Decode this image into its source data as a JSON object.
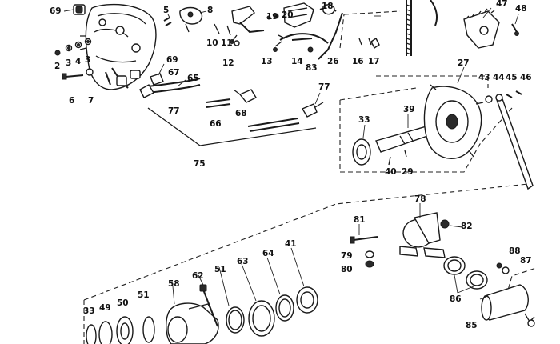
{
  "figure": {
    "callouts": [
      {
        "id": "c69a",
        "text": "69"
      },
      {
        "id": "c5",
        "text": "5"
      },
      {
        "id": "c8",
        "text": "8"
      },
      {
        "id": "c19",
        "text": "19"
      },
      {
        "id": "c20",
        "text": "20"
      },
      {
        "id": "c18",
        "text": "18"
      },
      {
        "id": "c47",
        "text": "47"
      },
      {
        "id": "c48",
        "text": "48"
      },
      {
        "id": "c10",
        "text": "10"
      },
      {
        "id": "c11",
        "text": "11"
      },
      {
        "id": "c12",
        "text": "12"
      },
      {
        "id": "c13",
        "text": "13"
      },
      {
        "id": "c14",
        "text": "14"
      },
      {
        "id": "c83",
        "text": "83"
      },
      {
        "id": "c26",
        "text": "26"
      },
      {
        "id": "c16",
        "text": "16"
      },
      {
        "id": "c17",
        "text": "17"
      },
      {
        "id": "c2",
        "text": "2"
      },
      {
        "id": "c3",
        "text": "3"
      },
      {
        "id": "c4",
        "text": "4"
      },
      {
        "id": "c3b",
        "text": "3"
      },
      {
        "id": "c6",
        "text": "6"
      },
      {
        "id": "c7",
        "text": "7"
      },
      {
        "id": "c69b",
        "text": "69"
      },
      {
        "id": "c67",
        "text": "67"
      },
      {
        "id": "c65",
        "text": "65"
      },
      {
        "id": "c77a",
        "text": "77"
      },
      {
        "id": "c66",
        "text": "66"
      },
      {
        "id": "c68",
        "text": "68"
      },
      {
        "id": "c77b",
        "text": "77"
      },
      {
        "id": "c75",
        "text": "75"
      },
      {
        "id": "c27",
        "text": "27"
      },
      {
        "id": "c43",
        "text": "43"
      },
      {
        "id": "c44",
        "text": "44"
      },
      {
        "id": "c45",
        "text": "45"
      },
      {
        "id": "c46",
        "text": "46"
      },
      {
        "id": "c33a",
        "text": "33"
      },
      {
        "id": "c39",
        "text": "39"
      },
      {
        "id": "c40",
        "text": "40"
      },
      {
        "id": "c29",
        "text": "29"
      },
      {
        "id": "c78",
        "text": "78"
      },
      {
        "id": "c81",
        "text": "81"
      },
      {
        "id": "c82",
        "text": "82"
      },
      {
        "id": "c79",
        "text": "79"
      },
      {
        "id": "c80",
        "text": "80"
      },
      {
        "id": "c88",
        "text": "88"
      },
      {
        "id": "c87",
        "text": "87"
      },
      {
        "id": "c86",
        "text": "86"
      },
      {
        "id": "c85",
        "text": "85"
      },
      {
        "id": "c62",
        "text": "62"
      },
      {
        "id": "c58",
        "text": "58"
      },
      {
        "id": "c51a",
        "text": "51"
      },
      {
        "id": "c63",
        "text": "63"
      },
      {
        "id": "c64",
        "text": "64"
      },
      {
        "id": "c41",
        "text": "41"
      },
      {
        "id": "c33b",
        "text": "33"
      },
      {
        "id": "c49",
        "text": "49"
      },
      {
        "id": "c50",
        "text": "50"
      },
      {
        "id": "c51b",
        "text": "51"
      }
    ]
  }
}
